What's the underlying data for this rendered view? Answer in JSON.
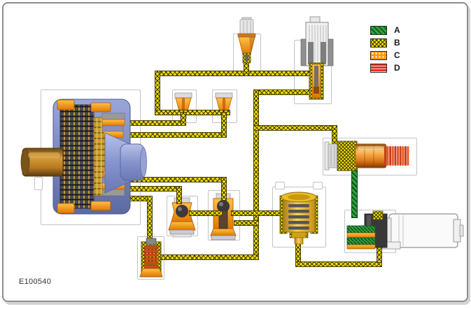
{
  "figure": {
    "code": "E100540",
    "type": "hydraulic-circuit-illustration",
    "background": "#ffffff",
    "frame_color": "#8e8e8e"
  },
  "legend": {
    "items": [
      {
        "label": "A",
        "color": "#2fa03c",
        "pattern": "diagonal-hatch"
      },
      {
        "label": "B",
        "color": "#f2dc00",
        "pattern": "cross-hatch"
      },
      {
        "label": "C",
        "color": "#ff9800",
        "pattern": "dot-hatch"
      },
      {
        "label": "D",
        "color": "#e63028",
        "pattern": "stripe-hatch"
      }
    ]
  }
}
